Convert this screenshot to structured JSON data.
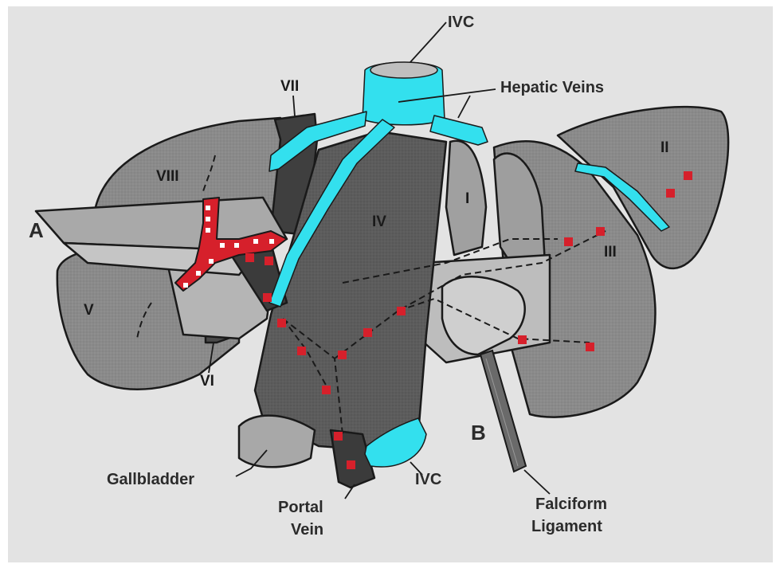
{
  "labels": {
    "ivc_top": "IVC",
    "hepatic_veins": "Hepatic Veins",
    "ivc_bottom": "IVC",
    "gallbladder": "Gallbladder",
    "portal_vein_line1": "Portal",
    "portal_vein_line2": "Vein",
    "falciform_line1": "Falciform",
    "falciform_line2": "Ligament",
    "point_a": "A",
    "point_b": "B"
  },
  "segments": {
    "I": "I",
    "II": "II",
    "III": "III",
    "IV": "IV",
    "V": "V",
    "VI": "VI",
    "VII": "VII",
    "VIII": "VIII"
  },
  "colors": {
    "background": "#e3e3e3",
    "hepatic_veins": "#33e0ee",
    "portal_dots": "#d6202b",
    "dark_lobe": "#5a5a5a",
    "mid_lobe": "#8c8c8c",
    "light_lobe": "#bdbdbd",
    "outline": "#1a1a1a"
  }
}
